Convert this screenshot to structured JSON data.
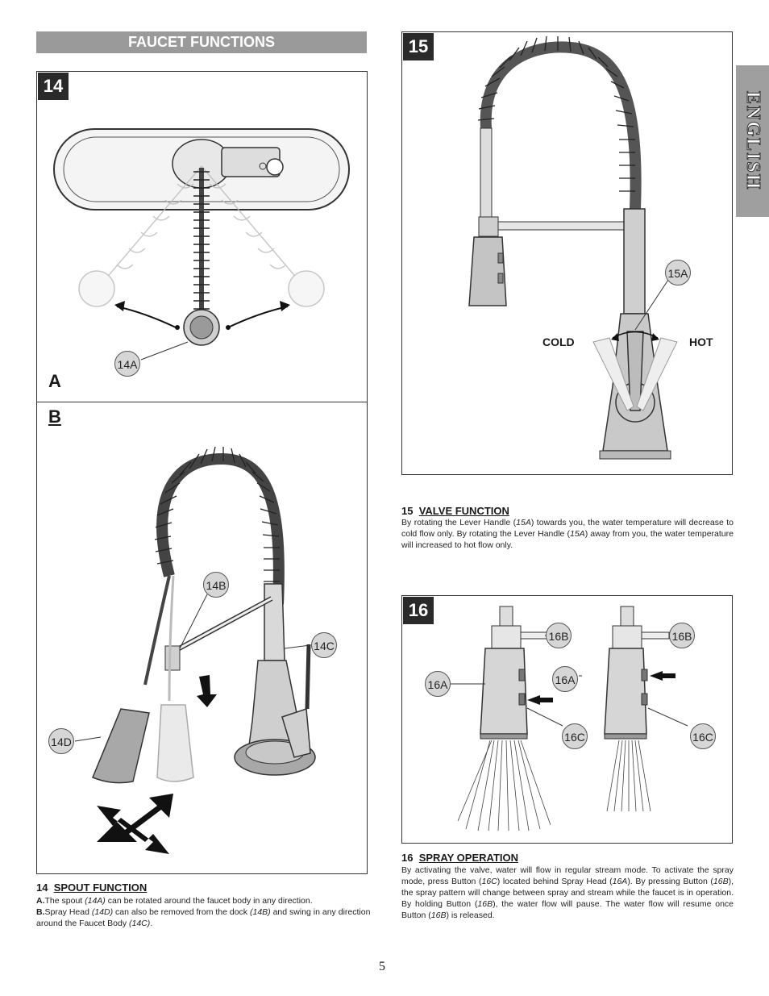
{
  "header": {
    "title": "FAUCET FUNCTIONS"
  },
  "side_tab": {
    "label": "ENGLISH"
  },
  "fig14": {
    "number": "14",
    "sub_a": "A",
    "sub_b": "B",
    "callouts": {
      "c14a": "14A",
      "c14b": "14B",
      "c14c": "14C",
      "c14d": "14D"
    }
  },
  "fig15": {
    "number": "15",
    "callout": "15A",
    "cold": "COLD",
    "hot": "HOT"
  },
  "fig16": {
    "number": "16",
    "callouts": {
      "left_16b": "16B",
      "left_16a": "16A",
      "left_16c": "16C",
      "right_16b": "16B",
      "right_16a": "16A",
      "right_16c": "16C"
    }
  },
  "caption14": {
    "num": "14",
    "title": "SPOUT  FUNCTION",
    "a_label": "A.",
    "a_text_1": "The spout ",
    "a_ref_1": "(14A)",
    "a_text_2": " can be rotated around the faucet body in any direction.",
    "b_label": "B.",
    "b_text_1": "Spray Head ",
    "b_ref_1": "(14D)",
    "b_text_2": " can also be removed from the dock ",
    "b_ref_2": "(14B)",
    "b_text_3": " and swing in any direction around the Faucet Body ",
    "b_ref_3": "(14C)",
    "b_text_4": "."
  },
  "caption15": {
    "num": "15",
    "title": "VALVE FUNCTION",
    "t1": "By rotating the Lever Handle (",
    "r1": "15A",
    "t2": ") towards you, the water temperature will decrease to cold flow only. By rotating the Lever Handle (",
    "r2": "15A",
    "t3": ") away from you, the water temperature will increased to hot flow only."
  },
  "caption16": {
    "num": "16",
    "title": "SPRAY OPERATION",
    "t1": "By activating the valve, water will flow in regular stream mode. To activate the spray mode, press Button (",
    "r1": "16C",
    "t2": ") located behind Spray Head (",
    "r2": "16A",
    "t3": ").  By pressing Button (",
    "r3": "16B",
    "t4": "), the spray pattern will change between spray and stream while the faucet is in operation.  By holding Button (",
    "r4": "16B",
    "t5": "), the water flow will pause.  The water flow will resume once Button (",
    "r5": "16B",
    "t6": ") is released."
  },
  "page_number": "5"
}
